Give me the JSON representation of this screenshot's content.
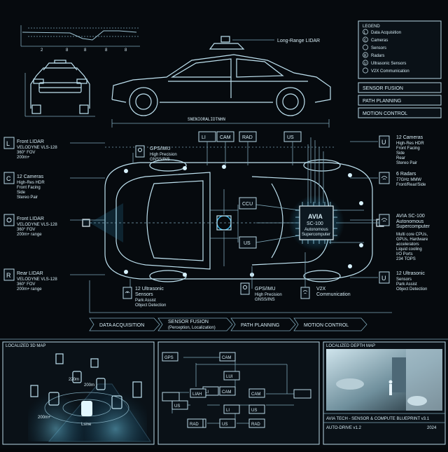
{
  "legend": {
    "title": "LEGEND",
    "items": [
      {
        "icon": "L",
        "label": "Data Acquisition",
        "icon_name": "lidar-letter-icon"
      },
      {
        "icon": "C",
        "label": "Cameras",
        "icon_name": "camera-letter-icon"
      },
      {
        "icon": "",
        "label": "Sensors",
        "icon_name": "sensor-icon"
      },
      {
        "icon": "R",
        "label": "Radars",
        "icon_name": "radar-letter-icon"
      },
      {
        "icon": "U",
        "label": "Ultrasonic Sensors",
        "icon_name": "ultrasonic-letter-icon"
      },
      {
        "icon": "",
        "label": "V2X Communication",
        "icon_name": "wifi-icon"
      }
    ]
  },
  "stage_boxes": [
    "SENSOR FUSION",
    "PATH PLANNING",
    "MOTION CONTROL"
  ],
  "top_label": "Long-Range LIDAR",
  "dim_label": "SNENIORALIDTNHN",
  "bus_boxes": [
    "LI",
    "CAM",
    "RAD",
    "US"
  ],
  "left_sensors": [
    {
      "icon": "L",
      "title": "Front LIDAR",
      "lines": [
        "VELODYNE VLS-128",
        "360° FOV",
        "200m+"
      ]
    },
    {
      "icon": "C",
      "title": "12 Cameras",
      "lines": [
        "High-Res HDR",
        "Front Facing",
        "Side",
        "Stereo Pair"
      ]
    },
    {
      "icon": "",
      "title": "Front LIDAR",
      "lines": [
        "VELODYNE VLS-128",
        "360° FOV",
        "200m+ range"
      ]
    },
    {
      "icon": "R",
      "title": "Rear LIDAR",
      "lines": [
        "VELODYNE VLS-128",
        "360° FOV",
        "200m+ range"
      ]
    }
  ],
  "right_sensors": [
    {
      "icon": "U",
      "title": "12 Cameras",
      "lines": [
        "High-Res HDR",
        "Front Facing",
        "Side",
        "Rear",
        "Stereo Pair"
      ]
    },
    {
      "icon": "",
      "title": "6 Radars",
      "lines": [
        "77GHz MMW",
        "Front/Rear/Side"
      ]
    },
    {
      "icon": "",
      "title": "AVIA SC-100",
      "lines": [
        "Autonomous",
        "Supercomputer"
      ],
      "details": [
        "Multi core CPUs,",
        "GPUs, Hardware",
        "accelerators",
        "Liquid cooling",
        "I/O Ports",
        "234 TOPS"
      ]
    },
    {
      "icon": "U",
      "title": "12 Ultrasonic",
      "lines": [
        "Sensors",
        "Park Assist",
        "Object Detection"
      ]
    }
  ],
  "gps_top": {
    "title": "GPS/IMU",
    "lines": [
      "High Precision",
      "GNSS/INS"
    ]
  },
  "ultra_bottom": {
    "title": "12 Ultrasonic",
    "lines": [
      "Sensors",
      "Park Assist",
      "Object Detection"
    ]
  },
  "gps_bottom": {
    "title": "GPS/IMU",
    "lines": [
      "High Precision",
      "GNSS/INS"
    ]
  },
  "v2x": {
    "title": "V2X",
    "lines": [
      "Communication"
    ]
  },
  "center_boxes": {
    "ccu": "CCU",
    "us": "US"
  },
  "chip": {
    "title": "AVIA",
    "model": "SC-100",
    "sub1": "Autonomous",
    "sub2": "Supercomputer"
  },
  "pipeline": [
    {
      "label": "DATA ACQUISITION",
      "sub": ""
    },
    {
      "label": "SENSOR FUSION",
      "sub": "(Perception, Localization)"
    },
    {
      "label": "PATH PLANNING",
      "sub": ""
    },
    {
      "label": "MOTION CONTROL",
      "sub": ""
    }
  ],
  "bottom_left": {
    "title": "LOCALIZED 3D MAP",
    "labels": [
      "220m",
      "200m",
      "200m+",
      "Lsine"
    ]
  },
  "bottom_mid": {
    "boxes": [
      "GPS",
      "CAM",
      "LUI",
      "LI",
      "CAM",
      "LIAH",
      "US",
      "RAD",
      "CAM",
      "LI",
      "US",
      "RAD",
      "RAD",
      "US"
    ]
  },
  "bottom_right": {
    "title": "LOCALIZED DEPTH MAP"
  },
  "footer": {
    "title": "AVIA TECH - SENSOR & COMPUTE BLUEPRINT v3.1",
    "version": "AUTO-DRIVE v1.2",
    "year": "2024"
  },
  "colors": {
    "accent": "#3ec5ff",
    "line": "#9fc6d6",
    "background": "#060a0e"
  }
}
